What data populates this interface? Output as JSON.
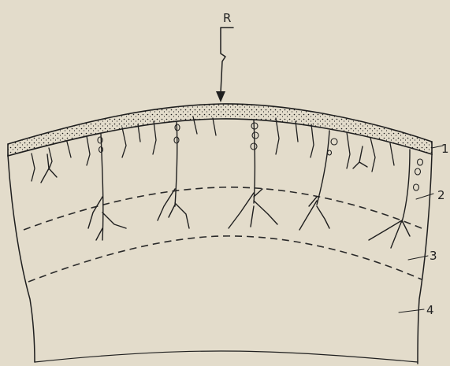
{
  "labels": {
    "force": "R",
    "layer_1": "1",
    "layer_2": "2",
    "layer_3": "3",
    "layer_4": "4"
  },
  "colors": {
    "paper": "#e3dccb",
    "ink": "#1f1f1f",
    "crust_fill": "#cfc6b1"
  }
}
